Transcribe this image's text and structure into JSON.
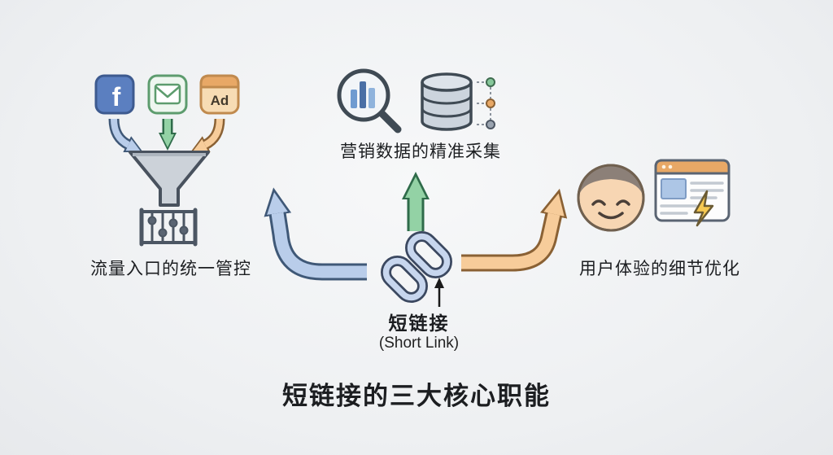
{
  "title": "短链接的三大核心职能",
  "center": {
    "label": "短链接",
    "sublabel": "(Short Link)"
  },
  "branches": {
    "traffic": {
      "label": "流量入口的统一管控"
    },
    "data": {
      "label": "营销数据的精准采集"
    },
    "ux": {
      "label": "用户体验的细节优化"
    }
  },
  "source_icons": {
    "facebook_letter": "f",
    "ad_label": "Ad"
  },
  "colors": {
    "arrow_blue_fill": "#b9cdea",
    "arrow_blue_outline": "#3f5877",
    "arrow_green_fill": "#93d2a5",
    "arrow_green_outline": "#2f6b4a",
    "arrow_orange_fill": "#f7cc9a",
    "arrow_orange_outline": "#8a6134",
    "funnel_gray": "#ccd2d9",
    "facebook_blue": "#5b7fc0",
    "ad_orange": "#e8a866",
    "chain_fill": "#c7d6ee",
    "chain_outline": "#3b4860"
  }
}
